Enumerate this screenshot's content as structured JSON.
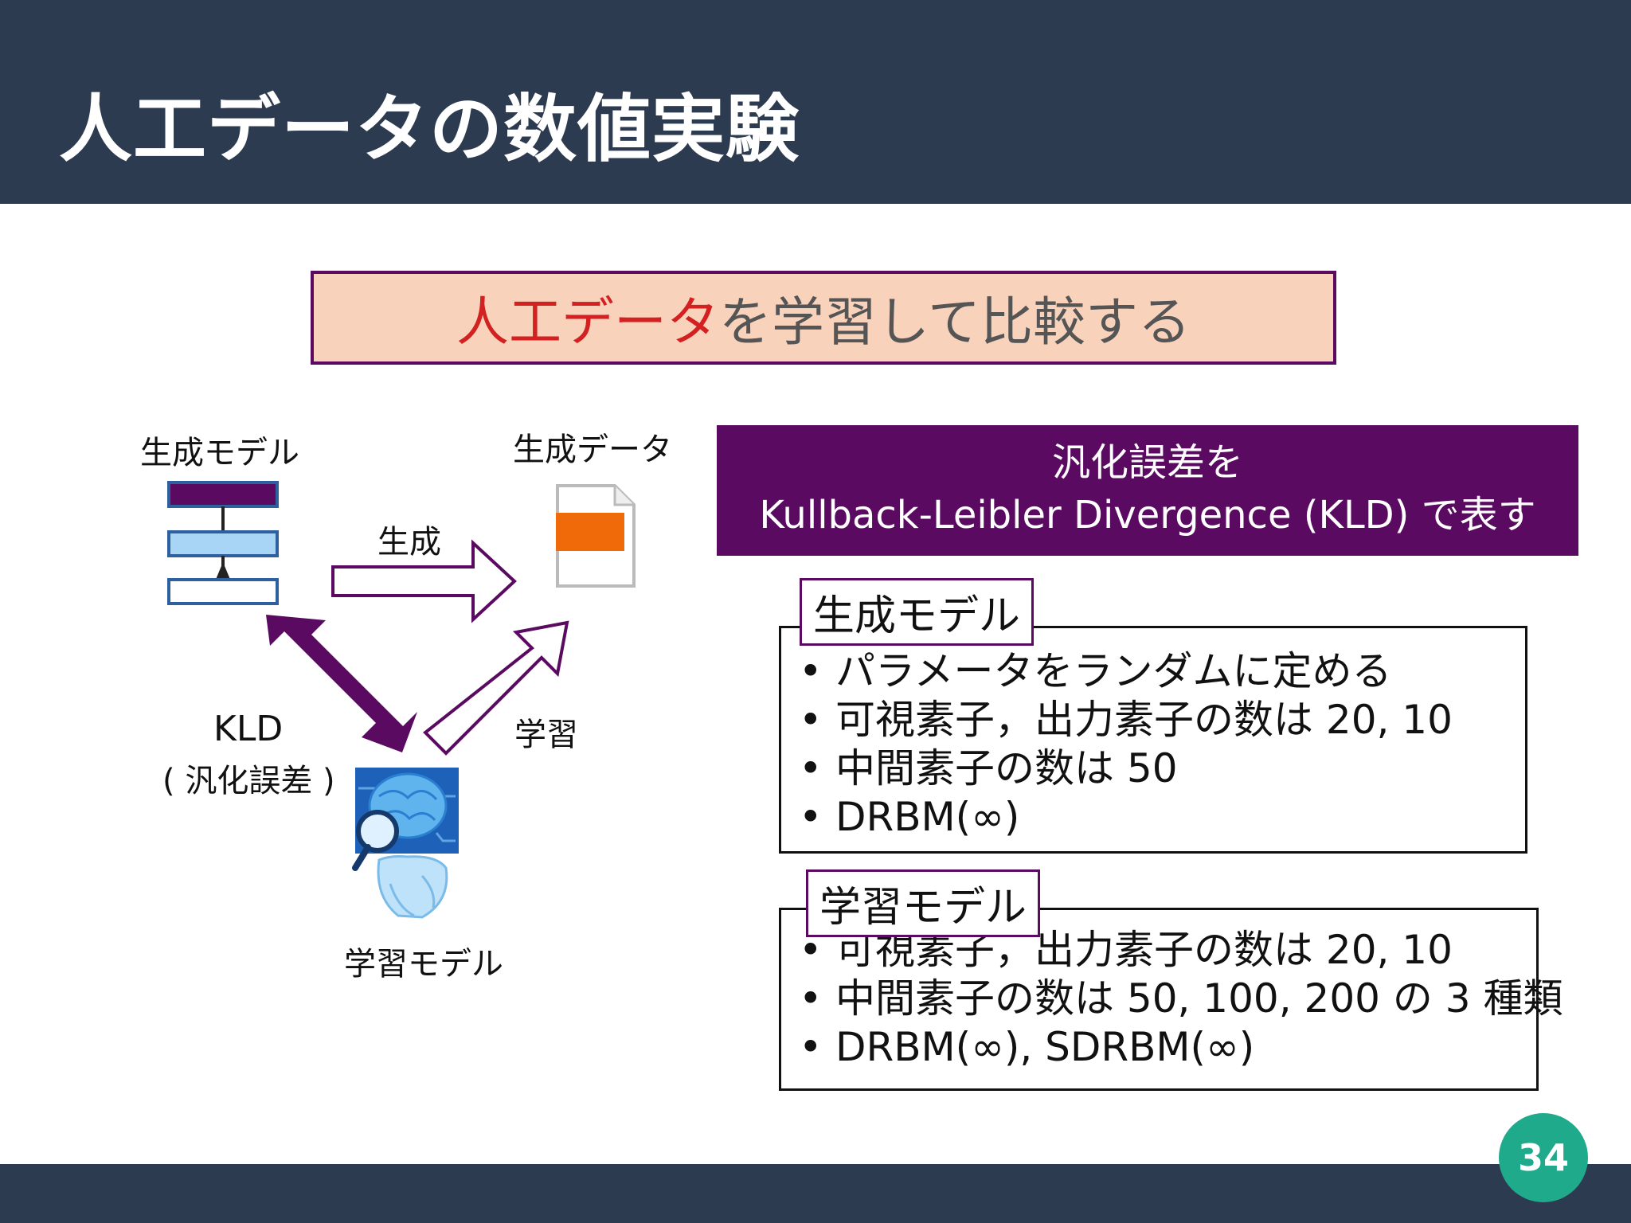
{
  "slide": {
    "title": "人工データの数値実験",
    "page_number": "34"
  },
  "banner": {
    "accent": "人工データ",
    "rest": "を学習して比較する"
  },
  "diagram": {
    "gen_model_label": "生成モデル",
    "gen_data_label": "生成データ",
    "generate_label": "生成",
    "learn_label": "学習",
    "kld_label": "KLD",
    "kld_sub_label": "( 汎化誤差 )",
    "learn_model_label": "学習モデル",
    "colors": {
      "purple": "#5a0a60",
      "layer_fill": "#a8d4f5",
      "layer_border": "#2e5f9e",
      "data_orange": "#f06a0a"
    }
  },
  "kld_box": {
    "line1": "汎化誤差を",
    "line2": "Kullback-Leibler Divergence (KLD) で表す"
  },
  "generative_panel": {
    "tag": "生成モデル",
    "items": [
      "パラメータをランダムに定める",
      "可視素子，出力素子の数は 20, 10",
      "中間素子の数は 50",
      "DRBM(∞)"
    ]
  },
  "learning_panel": {
    "tag": "学習モデル",
    "items": [
      "可視素子，出力素子の数は 20, 10",
      "中間素子の数は 50, 100, 200 の 3 種類",
      "DRBM(∞), SDRBM(∞)"
    ]
  }
}
